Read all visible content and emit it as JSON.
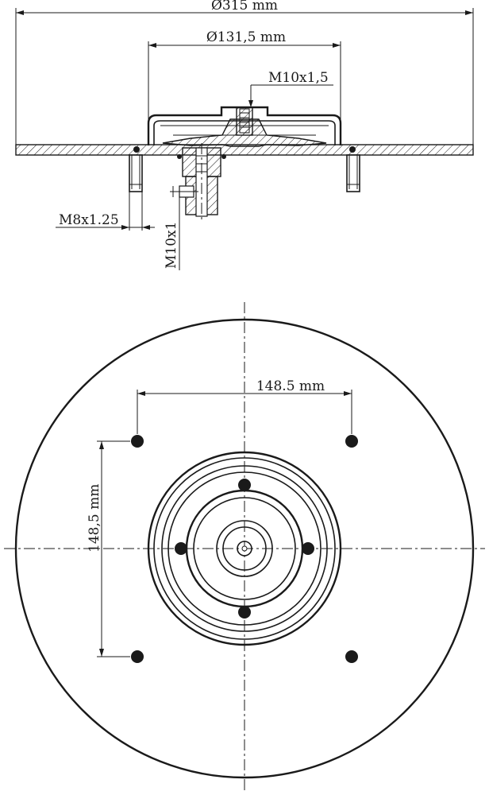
{
  "dimensions": {
    "outer_diameter": "Ø315 mm",
    "inner_diameter": "Ø131,5 mm",
    "top_thread": "M10x1,5",
    "stud_thread": "M8x1.25",
    "side_thread": "M10x1",
    "horizontal_spacing": "148.5 mm",
    "vertical_spacing": "148,5 mm"
  }
}
